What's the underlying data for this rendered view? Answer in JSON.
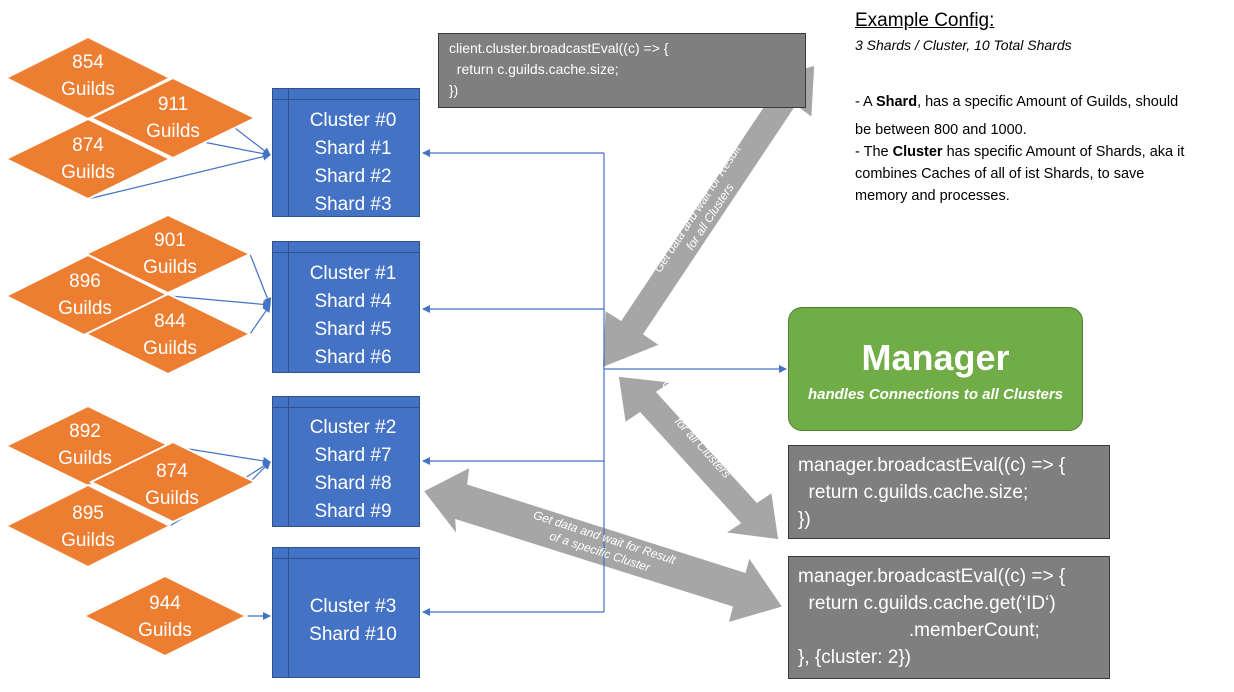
{
  "diamonds": [
    {
      "count": "854",
      "unit": "Guilds"
    },
    {
      "count": "911",
      "unit": "Guilds"
    },
    {
      "count": "874",
      "unit": "Guilds"
    },
    {
      "count": "901",
      "unit": "Guilds"
    },
    {
      "count": "896",
      "unit": "Guilds"
    },
    {
      "count": "844",
      "unit": "Guilds"
    },
    {
      "count": "892",
      "unit": "Guilds"
    },
    {
      "count": "874",
      "unit": "Guilds"
    },
    {
      "count": "895",
      "unit": "Guilds"
    },
    {
      "count": "944",
      "unit": "Guilds"
    }
  ],
  "clusters": [
    {
      "lines": [
        "Cluster #0",
        "Shard #1",
        "Shard #2",
        "Shard #3"
      ]
    },
    {
      "lines": [
        "Cluster #1",
        "Shard #4",
        "Shard #5",
        "Shard #6"
      ]
    },
    {
      "lines": [
        "Cluster #2",
        "Shard #7",
        "Shard #8",
        "Shard #9"
      ]
    },
    {
      "lines": [
        "Cluster #3",
        "Shard #10"
      ]
    }
  ],
  "code": {
    "client": "client.cluster.broadcastEval((c) => {\n  return c.guilds.cache.size;\n})",
    "manager_all": "manager.broadcastEval((c) => {\n  return c.guilds.cache.size;\n})",
    "manager_specific": "manager.broadcastEval((c) => {\n  return c.guilds.cache.get(‘ID‘)\n                     .memberCount;\n}, {cluster: 2})"
  },
  "manager": {
    "title": "Manager",
    "subtitle": "handles Connections to all Clusters"
  },
  "example": {
    "title": "Example Config:",
    "subtitle": "3 Shards / Cluster, 10 Total Shards",
    "shard_prefix": "- A ",
    "shard_bold": "Shard",
    "shard_rest": ", has a specific Amount of Guilds, should",
    "shard_line2": "be between 800 and 1000.",
    "cluster_prefix": "- The ",
    "cluster_bold": "Cluster",
    "cluster_rest": " has specific Amount of Shards, aka it",
    "cluster_line2": "combines Caches of all of ist Shards, to save",
    "cluster_line3": "memory and processes."
  },
  "arrow_labels": {
    "client_line1": "Get data and wait for Result",
    "client_line2": "for all Clusters",
    "manager_line1": "Get data and wait for Result",
    "manager_line2": "for all Clusters",
    "specific_line1": "Get data and wait for Result",
    "specific_line2": "of a specific Cluster"
  },
  "colors": {
    "diamond": "#ed7d31",
    "cluster": "#4472c4",
    "manager": "#70ad47",
    "code": "#7f7f7f",
    "arrow": "#a6a6a6",
    "connector": "#4472c4"
  }
}
